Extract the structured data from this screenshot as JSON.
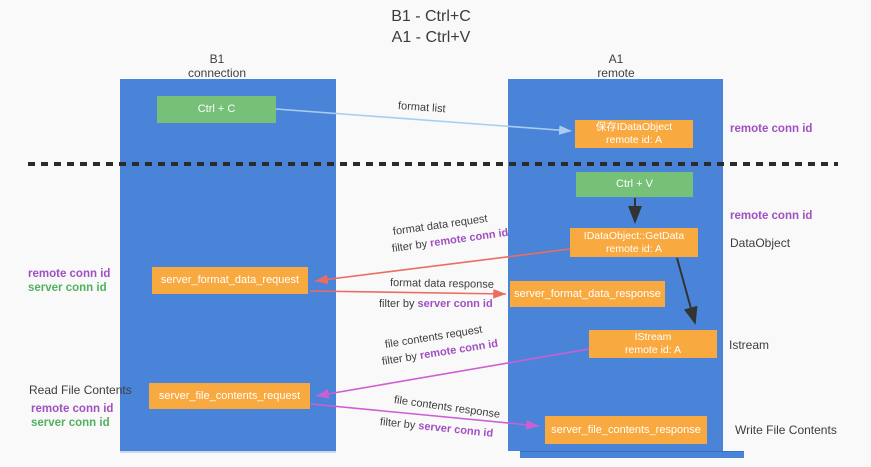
{
  "title": {
    "line1": "B1 - Ctrl+C",
    "line2": "A1 - Ctrl+V"
  },
  "lanes": {
    "left": {
      "name": "B1",
      "type": "connection"
    },
    "right": {
      "name": "A1",
      "type": "remote"
    }
  },
  "boxes": {
    "ctrl_c": {
      "label": "Ctrl + C"
    },
    "ctrl_v": {
      "label": "Ctrl + V"
    },
    "save_idataobject": {
      "line1": "保存IDataObject",
      "line2": "remote id: A"
    },
    "getdata": {
      "line1": "IDataObject::GetData",
      "line2": "remote id: A"
    },
    "istream": {
      "line1": "IStream",
      "line2": "remote id: A"
    },
    "format_request": {
      "label": "server_format_data_request"
    },
    "format_response": {
      "label": "server_format_data_response"
    },
    "file_request": {
      "label": "server_file_contents_request"
    },
    "file_response": {
      "label": "server_file_contents_response"
    }
  },
  "flow_labels": {
    "format_list": "format list",
    "format_data_request": "format data request",
    "format_data_request_filter_prefix": "filter by ",
    "format_data_request_filter_id": "remote conn id",
    "format_data_response": "format data response",
    "format_data_response_filter_prefix": "filter by ",
    "format_data_response_filter_id": "server conn id",
    "file_contents_request": "file contents request",
    "file_contents_request_filter_prefix": "filter by ",
    "file_contents_request_filter_id": "remote conn id",
    "file_contents_response": "file contents response",
    "file_contents_response_filter_prefix": "filter by ",
    "file_contents_response_filter_id": "server conn id"
  },
  "margin_labels": {
    "right_remote_conn_id_top": "remote conn id",
    "right_remote_conn_id_mid": "remote conn id",
    "dataobject": "DataObject",
    "istream": "Istream",
    "write_file_contents": "Write File Contents",
    "left_remote_conn_id_1": "remote conn id",
    "left_server_conn_id_1": "server conn id",
    "read_file_contents": "Read File Contents",
    "left_remote_conn_id_2": "remote conn id",
    "left_server_conn_id_2": "server conn id"
  },
  "colors": {
    "lane_blue": "#4a84d8",
    "box_green": "#76c077",
    "box_orange": "#f8a940",
    "arrow_red": "#ec6c62",
    "arrow_magenta": "#ce5fd2",
    "arrow_lightblue": "#a9cdf0",
    "arrow_black": "#333333",
    "dashed_line_black": "#2b2b2b",
    "text_purple": "#a050c0",
    "text_green": "#52b05e"
  }
}
